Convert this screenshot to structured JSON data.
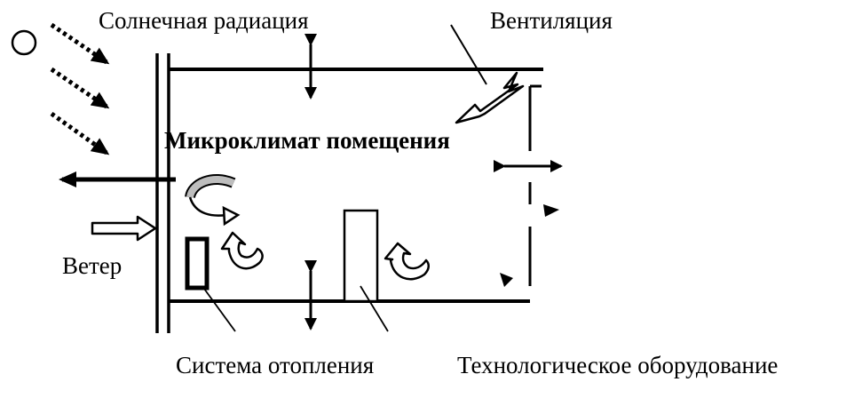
{
  "labels": {
    "solar": "Солнечная радиация",
    "ventilation": "Вентиляция",
    "microclimate": "Микроклимат помещения",
    "wind": "Ветер",
    "heating": "Система отопления",
    "equipment": "Технологическое оборудование"
  },
  "icons": {
    "sun": "sun-circle-icon",
    "solar_rays": "dotted-arrow-icon",
    "ventilation_flow": "hollow-arrow-icon",
    "wind_flow": "hollow-arrow-icon",
    "heat_loss": "solid-arrow-icon",
    "air_circulation": "curved-arrow-icon",
    "heat_exchange": "double-arrow-icon"
  }
}
